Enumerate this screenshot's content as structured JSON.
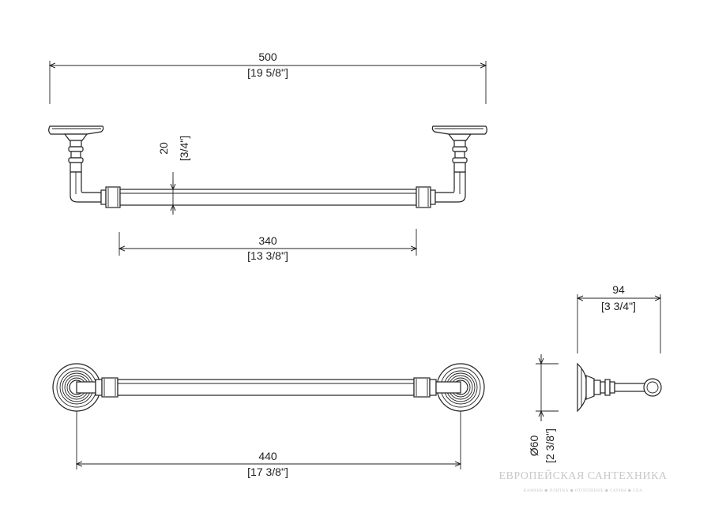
{
  "dimensions": {
    "overall_width": {
      "metric": "500",
      "imperial": "[19 5/8\"]"
    },
    "bar_diameter": {
      "metric": "20",
      "imperial": "[3/4\"]"
    },
    "bar_length": {
      "metric": "340",
      "imperial": "[13 3/8\"]"
    },
    "projection": {
      "metric": "94",
      "imperial": "[3 3/4\"]"
    },
    "mount_centers": {
      "metric": "440",
      "imperial": "[17 3/8\"]"
    },
    "flange_diameter": {
      "metric": "Ø60",
      "imperial": "[2 3/8\"]"
    }
  },
  "watermark": {
    "title": "ЕВРОПЕЙСКАЯ САНТЕХНИКА",
    "subtitle": "КАМЕНЬ ◆ ПЛИТКА ◆ ОТОПЛЕНИЕ ◆ САУНЫ ◆ СПА"
  }
}
